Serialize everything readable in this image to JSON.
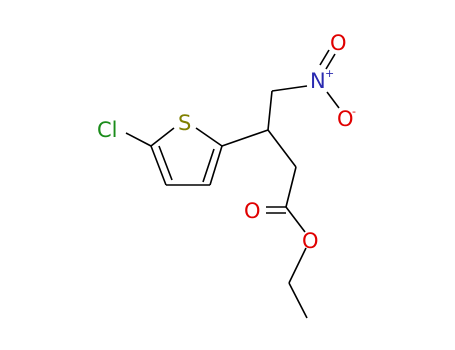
{
  "molecule": {
    "atom_labels": {
      "cl": "Cl",
      "s": "S",
      "n": "N",
      "n_charge": "+",
      "o_top": "O",
      "o_bottom": "O",
      "o_bottom_charge": "-",
      "o_carbonyl": "O",
      "o_ester": "O"
    }
  },
  "colors": {
    "bond": "#000000",
    "chlorine": "#1a8c1a",
    "sulfur": "#808000",
    "nitrogen": "#2a2ab0",
    "oxygen": "#e00000"
  }
}
